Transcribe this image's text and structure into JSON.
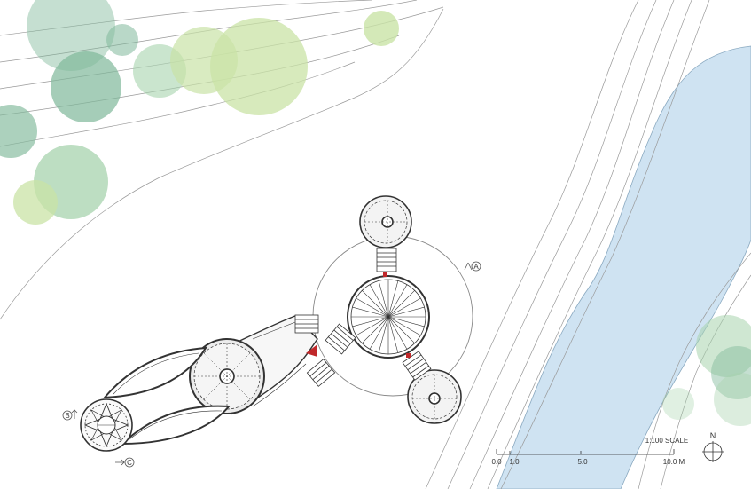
{
  "scale": {
    "title": "1:100 SCALE",
    "ticks": [
      "0.0",
      "1.0",
      "5.0",
      "10.0 M"
    ]
  },
  "north": {
    "label": "N",
    "icon": "north-arrow-icon"
  },
  "section_markers": {
    "a": "A",
    "b": "B",
    "c": "C"
  },
  "colors": {
    "water": "#cfe3f2",
    "tree_dark": "#7fb89a",
    "tree_light": "#c9e3a6",
    "tree_mid": "#a7d3ad",
    "contour": "#9a9a9a",
    "structure": "#333333",
    "accent": "#c0282a"
  }
}
